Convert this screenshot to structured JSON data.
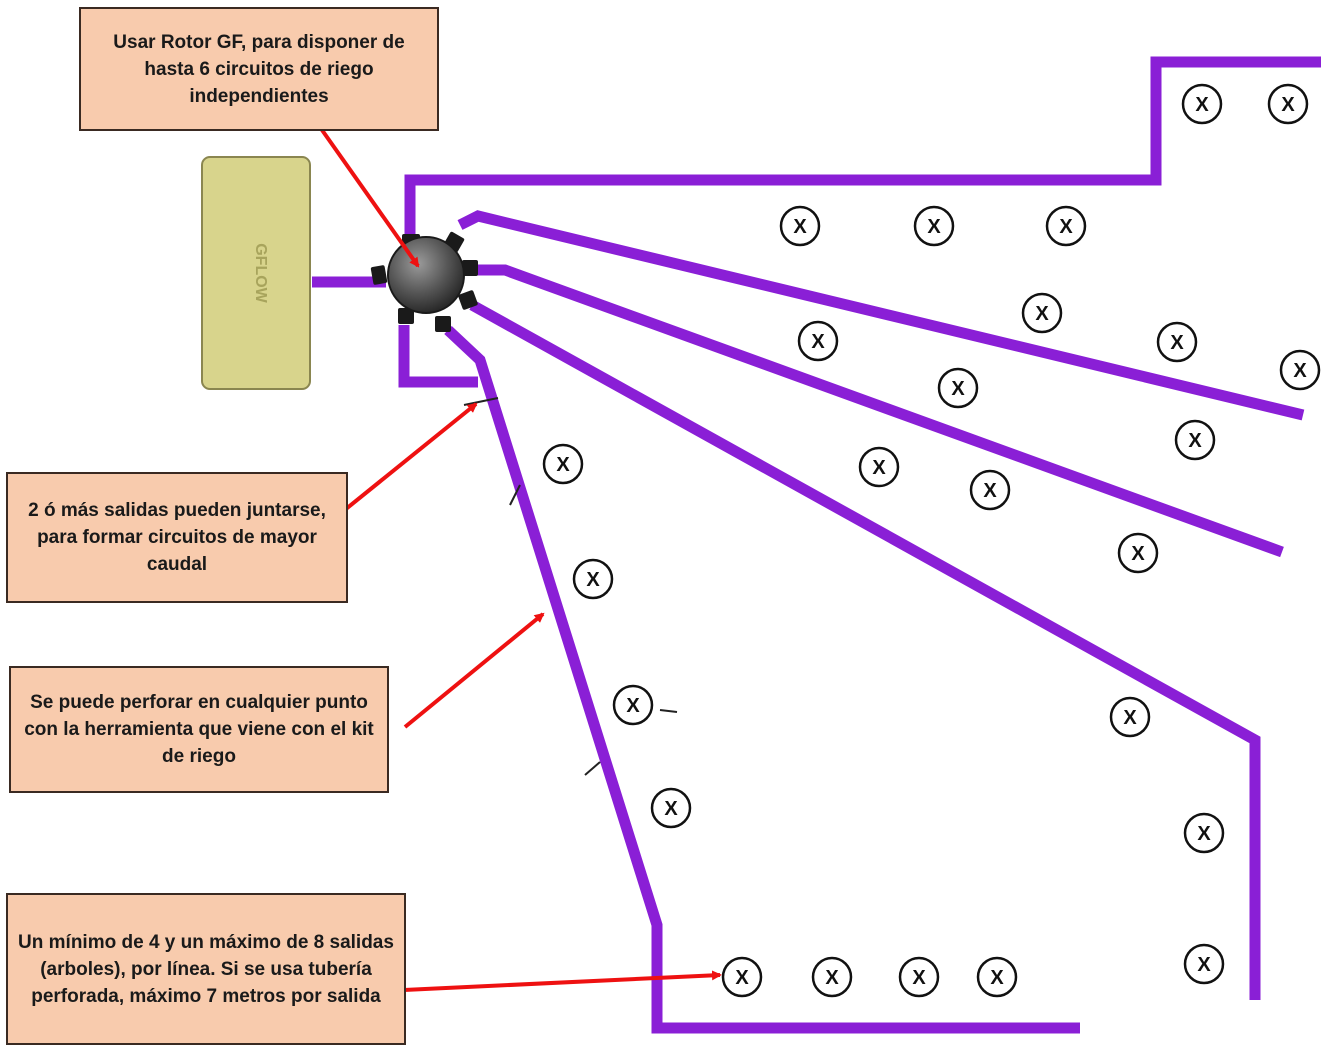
{
  "callouts": {
    "rotor": "Usar Rotor GF, para disponer de hasta 6 circuitos de riego independientes",
    "join": "2 ó más salidas pueden juntarse, para formar circuitos de mayor caudal",
    "drill": "Se puede perforar en cualquier punto con la herramienta que viene con el kit de riego",
    "limits": "Un mínimo de 4 y un máximo de 8 salidas (arboles), por línea.  Si se usa tubería perforada, máximo 7 metros por salida"
  },
  "tank": {
    "label": "GFLOW"
  },
  "tree_marker": "X",
  "colors": {
    "pipe": "#8a1fd6",
    "pipe_edge": "#5a1090",
    "arrow": "#ee1111",
    "callout_fill": "#f8cbad",
    "tank_fill": "#d8d48c",
    "rotor": "#5a5a5a"
  }
}
